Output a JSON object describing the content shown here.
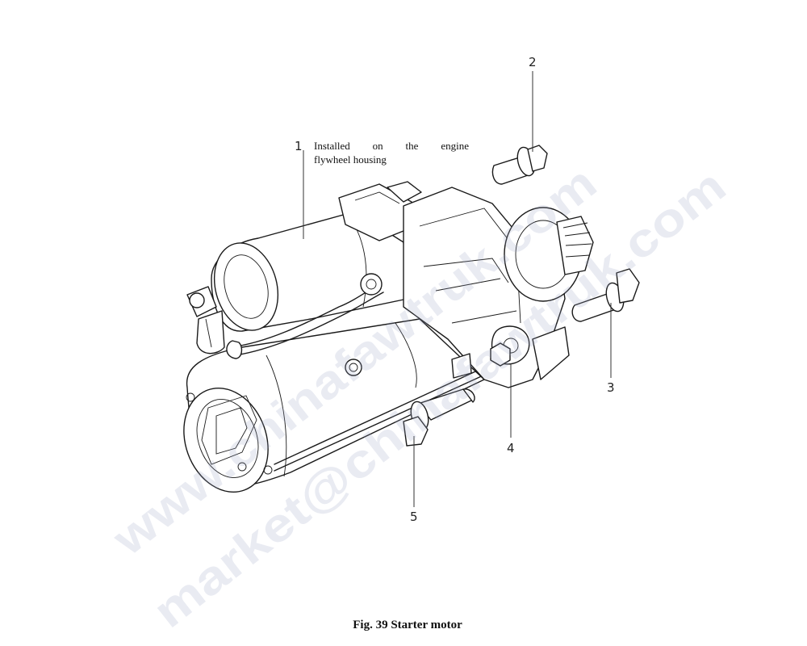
{
  "figure": {
    "caption": "Fig. 39 Starter motor",
    "note": {
      "line1": "Installed on the engine",
      "line2": "flywheel housing"
    },
    "callouts": [
      {
        "id": "1",
        "part": "starter motor"
      },
      {
        "id": "2",
        "part": "bolt"
      },
      {
        "id": "3",
        "part": "bolt"
      },
      {
        "id": "4",
        "part": "nut"
      },
      {
        "id": "5",
        "part": "bolt"
      }
    ]
  },
  "watermark": {
    "line1": "www.chinafawtruk.com",
    "line2": "market@chinafawtruk.com",
    "color": "#9aa4c4"
  }
}
